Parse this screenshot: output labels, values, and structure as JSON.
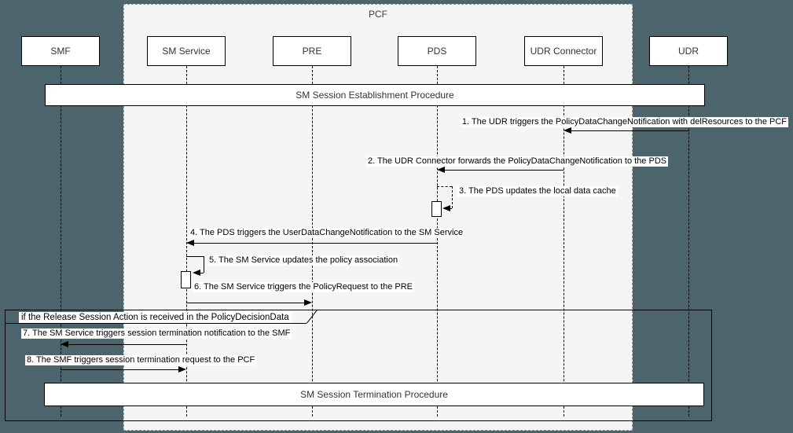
{
  "frame": {
    "label": "PCF"
  },
  "actors": [
    {
      "name": "SMF"
    },
    {
      "name": "SM Service"
    },
    {
      "name": "PRE"
    },
    {
      "name": "PDS"
    },
    {
      "name": "UDR Connector"
    },
    {
      "name": "UDR"
    }
  ],
  "procedures": {
    "establishment": "SM Session Establishment Procedure",
    "termination": "SM Session Termination Procedure"
  },
  "alt": {
    "condition": "if the Release Session Action is received in the PolicyDecisionData"
  },
  "messages": [
    {
      "num": 1,
      "text": "1. The UDR triggers the PolicyDataChangeNotification with delResources to the PCF",
      "from": "UDR",
      "to": "UDR Connector",
      "style": "solid"
    },
    {
      "num": 2,
      "text": "2. The UDR Connector forwards the PolicyDataChangeNotification to the PDS",
      "from": "UDR Connector",
      "to": "PDS",
      "style": "solid"
    },
    {
      "num": 3,
      "text": "3. The PDS updates the local data cache",
      "from": "PDS",
      "to": "PDS",
      "style": "dashed-self"
    },
    {
      "num": 4,
      "text": "4. The PDS triggers the UserDataChangeNotification to the SM Service",
      "from": "PDS",
      "to": "SM Service",
      "style": "solid"
    },
    {
      "num": 5,
      "text": "5. The SM Service updates the policy association",
      "from": "SM Service",
      "to": "SM Service",
      "style": "solid-self"
    },
    {
      "num": 6,
      "text": "6. The SM Service triggers the PolicyRequest to the PRE",
      "from": "SM Service",
      "to": "PRE",
      "style": "solid"
    },
    {
      "num": 7,
      "text": "7. The SM Service triggers session termination notification to the SMF",
      "from": "SM Service",
      "to": "SMF",
      "style": "solid"
    },
    {
      "num": 8,
      "text": "8. The SMF triggers session termination request to the PCF",
      "from": "SMF",
      "to": "SM Service",
      "style": "solid"
    }
  ],
  "colors": {
    "page_background": "#4c646c",
    "pcf_frame_fill": "#f5f5f5",
    "pcf_frame_border": "#9a9a9a",
    "box_fill": "#ffffff",
    "line": "#000000",
    "text": "#333333"
  }
}
